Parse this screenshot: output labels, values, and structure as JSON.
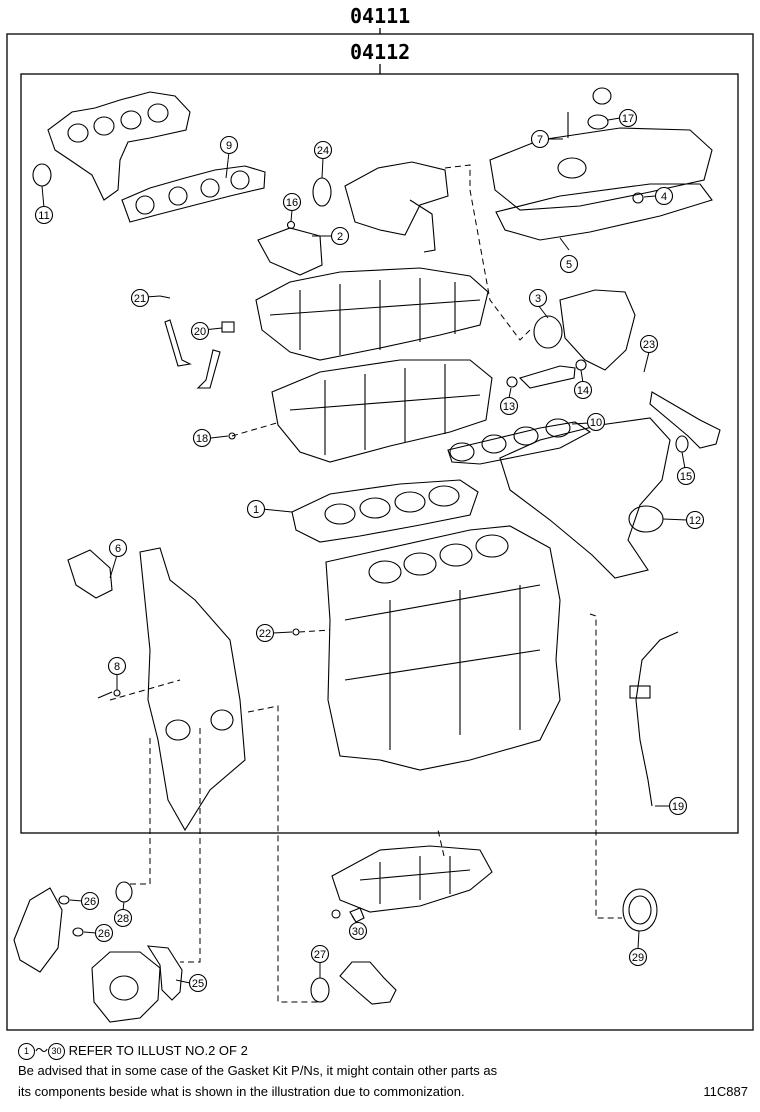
{
  "header": {
    "outer_code": "04111",
    "inner_code": "04112"
  },
  "callouts": [
    "1",
    "2",
    "3",
    "4",
    "5",
    "6",
    "7",
    "8",
    "9",
    "10",
    "11",
    "12",
    "13",
    "14",
    "15",
    "16",
    "17",
    "18",
    "19",
    "20",
    "21",
    "22",
    "23",
    "24",
    "25",
    "26",
    "26",
    "27",
    "28",
    "29",
    "30"
  ],
  "footer": {
    "ref_start": "1",
    "ref_sep": "～",
    "ref_end": "30",
    "ref_text": "REFER TO ILLUST NO.2 OF 2",
    "note_line1": "Be advised that in some case of the Gasket Kit P/Ns,  it might contain other parts as",
    "note_line2": "its components beside what is shown in the illustration due to commonization.",
    "illustration_id": "11C887"
  }
}
